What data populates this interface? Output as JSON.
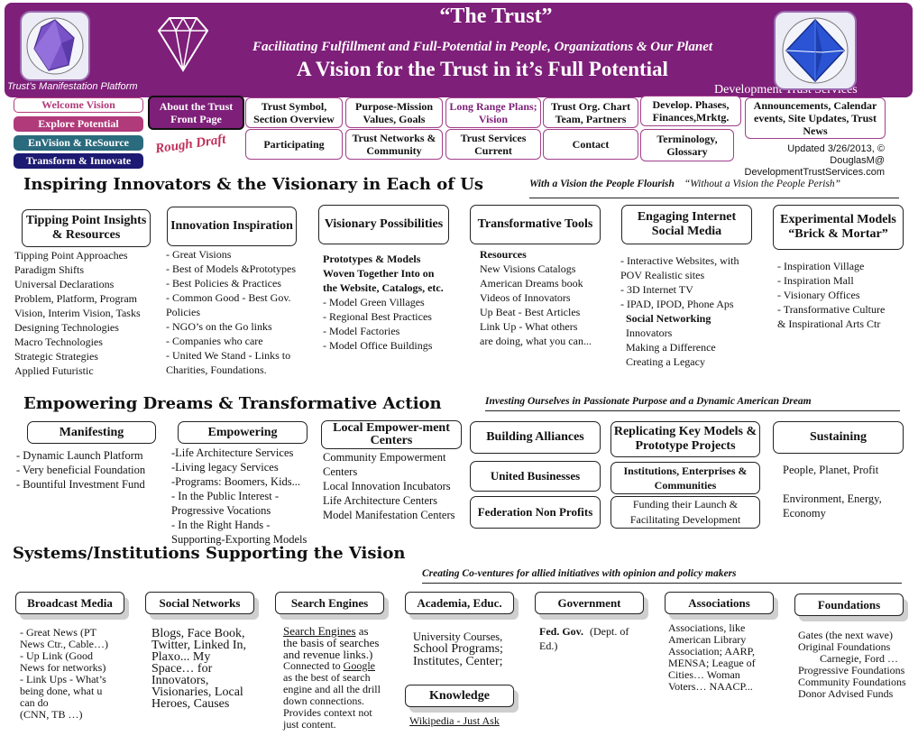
{
  "banner": {
    "title": "“The Trust”",
    "subtitle": "Facilitating Fulfillment and Full-Potential in People, Organizations & Our Planet",
    "vision": "A Vision for the Trust in it’s Full Potential",
    "platform": "Trust’s Manifestation Platform",
    "org": "Development Trust Services"
  },
  "colors": {
    "banner": "#7e1f79",
    "pink_nav": "#b03a7a",
    "teal_nav": "#2a6b7e",
    "navy_nav": "#1c1a72"
  },
  "left_nav": [
    {
      "label": "Welcome Vision"
    },
    {
      "label": "Explore Potential"
    },
    {
      "label": "EnVision & ReSource"
    },
    {
      "label": "Transform & Innovate"
    }
  ],
  "rough_draft": "Rough Draft",
  "top_nav": {
    "about": "About the Trust Front Page",
    "symbol": "Trust Symbol, Section Overview",
    "purpose": "Purpose-Mission Values, Goals",
    "long_range": "Long Range Plans; Vision",
    "org_chart": "Trust Org. Chart Team, Partners",
    "develop": "Develop. Phases, Finances,Mrktg.",
    "announce": "Announcements, Calendar events, Site Updates, Trust News",
    "participating": "Participating",
    "networks": "Trust Networks & Community",
    "services": "Trust Services Current",
    "contact": "Contact",
    "terminology": "Terminology, Glossary"
  },
  "updated": {
    "line1": "Updated 3/26/2013, © DouglasM@",
    "line2": "DevelopmentTrustServices.com"
  },
  "section1": {
    "heading": "Inspiring Innovators & the Visionary in Each of Us",
    "note1": "With a Vision the People Flourish",
    "note2": "“Without a Vision the People Perish”",
    "cats": {
      "tipping": "Tipping Point Insights & Resources",
      "innovation": "Innovation Inspiration",
      "visionary": "Visionary Possibilities",
      "transformative": "Transformative Tools",
      "engaging": "Engaging Internet Social Media",
      "experimental": "Experimental Models “Brick & Mortar”"
    },
    "col1": [
      "Tipping Point Approaches",
      "Paradigm Shifts",
      "Universal Declarations",
      "Problem, Platform, Program",
      "Vision, Interim Vision, Tasks",
      "Designing Technologies",
      "Macro Technologies",
      "Strategic Strategies",
      "Applied Futuristic"
    ],
    "col2": [
      "- Great Visions",
      "- Best of Models &Prototypes",
      "- Best Policies & Practices",
      "- Common Good - Best Gov.",
      "Policies",
      "- NGO’s on the Go links",
      "- Companies who care",
      "- United We Stand - Links to",
      "Charities, Foundations."
    ],
    "col3_bold": [
      "Prototypes & Models",
      "Woven Together Into on",
      "the Website, Catalogs, etc."
    ],
    "col3": [
      "- Model Green Villages",
      "- Regional Best Practices",
      "- Model Factories",
      "- Model Office Buildings"
    ],
    "col4_bold": "Resources",
    "col4": [
      "New Visions Catalogs",
      "American Dreams book",
      "Videos of Innovators",
      "Up Beat - Best Articles",
      "Link Up - What others",
      "are doing, what you can..."
    ],
    "col5": [
      "- Interactive Websites, with",
      "POV Realistic sites",
      "- 3D Internet TV",
      "- IPAD, IPOD, Phone Aps"
    ],
    "col5_bold": "Social Networking",
    "col5b": [
      "Innovators",
      "Making a Difference",
      "Creating a Legacy"
    ],
    "col6": [
      "- Inspiration Village",
      "- Inspiration Mall",
      "- Visionary Offices",
      "- Transformative Culture",
      "& Inspirational Arts Ctr"
    ]
  },
  "section2": {
    "heading": "Empowering Dreams & Transformative Action",
    "note": "Investing Ourselves in Passionate Purpose and a Dynamic American Dream",
    "cats": {
      "manifesting": "Manifesting",
      "empowering": "Empowering",
      "local": "Local Empower-ment Centers",
      "alliances": "Building Alliances",
      "replicating": "Replicating Key Models & Prototype Projects",
      "sustaining": "Sustaining",
      "united": "United Businesses",
      "federation": "Federation Non Profits",
      "institutions": "Institutions, Enterprises & Communities",
      "funding": "Funding their Launch & Facilitating Development"
    },
    "col1": [
      "- Dynamic Launch Platform",
      "- Very beneficial Foundation",
      "- Bountiful Investment Fund"
    ],
    "col2": [
      "-Life Architecture Services",
      "-Living legacy Services",
      "-Programs: Boomers, Kids...",
      "- In the Public Interest -",
      "Progressive Vocations",
      "- In the Right Hands -",
      "Supporting-Exporting Models"
    ],
    "col3": [
      "Community Empowerment",
      "Centers",
      "Local Innovation Incubators",
      "Life Architecture Centers",
      "Model Manifestation Centers"
    ],
    "col6a": "People, Planet, Profit",
    "col6b": [
      "Environment, Energy,",
      "Economy"
    ]
  },
  "section3": {
    "heading": "Systems/Institutions Supporting the Vision",
    "note": "Creating Co-ventures for allied initiatives with opinion and policy makers",
    "boxes": {
      "broadcast": "Broadcast Media",
      "social": "Social Networks",
      "search": "Search Engines",
      "academia": "Academia, Educ.",
      "government": "Government",
      "associations": "Associations",
      "foundations": "Foundations",
      "knowledge": "Knowledge"
    },
    "broadcast_items": [
      "- Great News (PT",
      "News Ctr., Cable…)",
      "- Up Link (Good",
      "News for networks)",
      "- Link Ups - What’s",
      "being done, what u",
      "can do",
      "(CNN, TB …)"
    ],
    "social_items": [
      "Blogs, Face Book,",
      "Twitter, Linked In,",
      "Plaxo... My",
      "Space… for",
      "Innovators,",
      "Visionaries, Local",
      "Heroes, Causes"
    ],
    "search_link": "Search Engines",
    "search_items": [
      "as",
      "the basis of searches",
      "and revenue links.)",
      "Connected to"
    ],
    "google": "Google",
    "search_items2": [
      "as the best of search",
      "engine and all the drill",
      "down connections.",
      "Provides context not",
      "just content."
    ],
    "academia_items": [
      "University Courses,",
      "School Programs;",
      "Institutes, Center;"
    ],
    "gov_bold": "Fed. Gov.",
    "gov_rest": "(Dept. of",
    "gov_rest2": "Ed.)",
    "assoc_items": [
      "Associations, like",
      "American Library",
      "Association; AARP,",
      "MENSA; League of",
      "Cities… Woman",
      "Voters… NAACP..."
    ],
    "found_items": [
      "Gates (the next wave)",
      "Original Foundations",
      "Carnegie, Ford …",
      "Progressive Foundations",
      "Community Foundations",
      "Donor Advised Funds"
    ],
    "wikipedia": "Wikipedia - Just Ask"
  }
}
